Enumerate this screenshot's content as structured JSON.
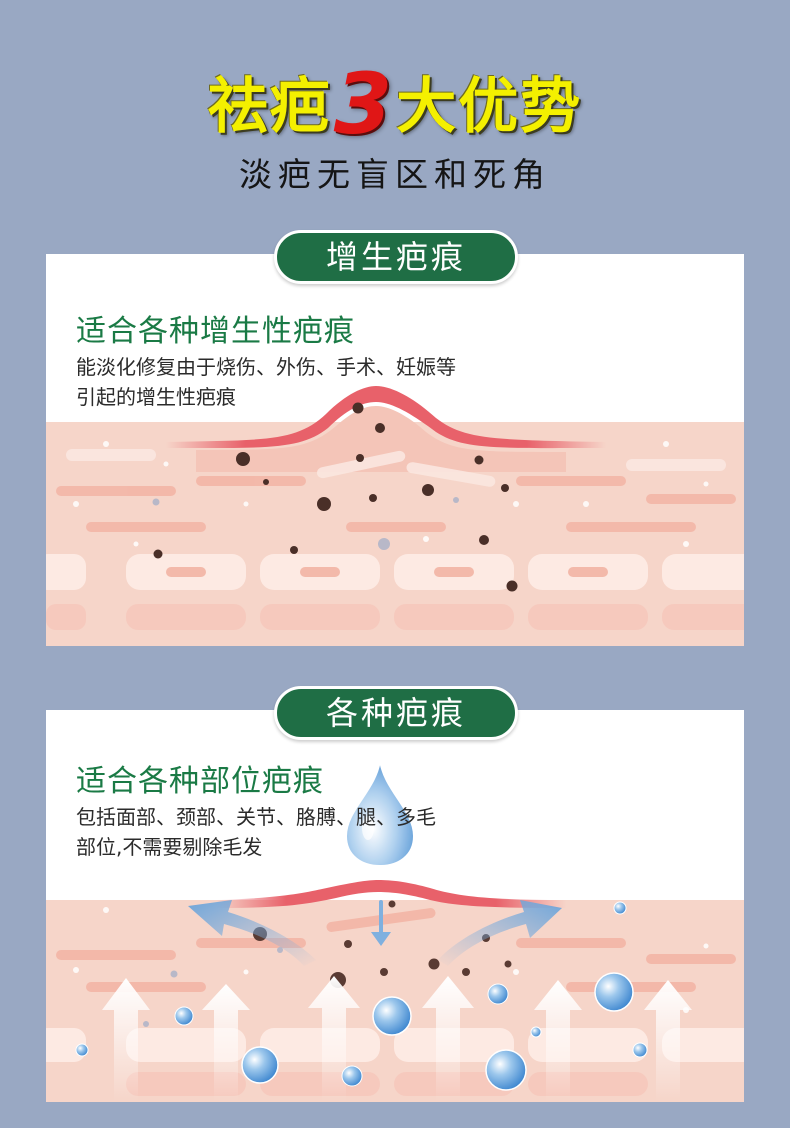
{
  "headline": {
    "part1": "祛疤",
    "number": "3",
    "part2": "大优势"
  },
  "subhead": "淡疤无盲区和死角",
  "sections": [
    {
      "label": "增生疤痕",
      "title": "适合各种增生性疤痕",
      "desc_lines": [
        "能淡化修复由于烧伤、外伤、手术、妊娠等",
        "引起的增生性疤痕"
      ]
    },
    {
      "label": "各种疤痕",
      "title": "适合各种部位疤痕",
      "desc_lines": [
        "包括面部、颈部、关节、胳膊、腿、多毛",
        "部位,不需要剔除毛发"
      ]
    }
  ],
  "colors": {
    "background": "#99a8c3",
    "headline_yellow": "#f4f000",
    "headline_red": "#e01616",
    "badge_green": "#1f6e45",
    "title_green": "#1a7a45",
    "skin_pink": "#f6d5c9",
    "scar_red": "#e8616a",
    "arrow_blue": "#7fb0df"
  },
  "icons": [
    "water-drop-icon",
    "arrow-up-icon",
    "arrow-out-icon",
    "arrow-down-icon",
    "bubble-icon"
  ]
}
